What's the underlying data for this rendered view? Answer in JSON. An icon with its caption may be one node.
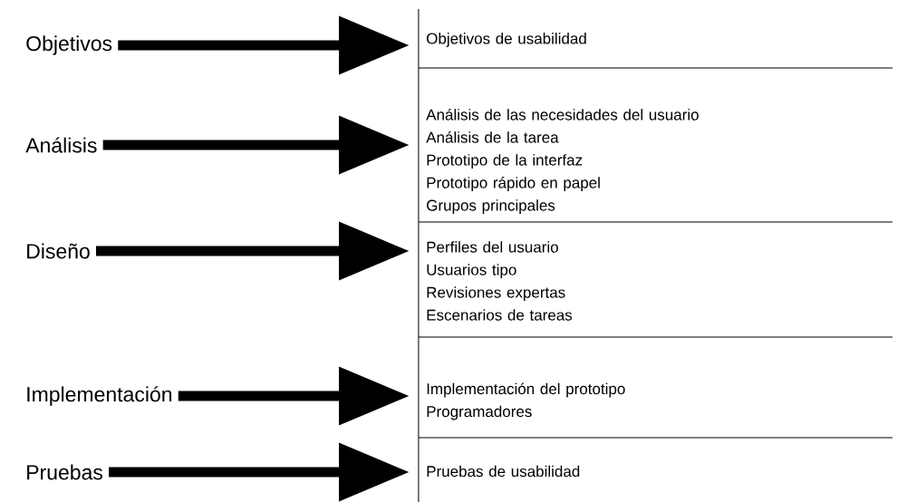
{
  "diagram": {
    "nodes": [
      {
        "text": [
          "Objetivos"
        ]
      },
      {
        "text": [
          "Análisis"
        ]
      },
      {
        "text": [
          "Diseño"
        ]
      },
      {
        "text": [
          "Implementación"
        ]
      },
      {
        "text": [
          "Pruebas"
        ]
      },
      {
        "text": [
          "Objetivos de usabilidad"
        ]
      },
      {
        "text": [
          "Análisis de las necesidades del usuario",
          "Análisis de la tarea",
          "Prototipo de la interfaz",
          "Prototipo rápido en papel",
          "Grupos principales"
        ]
      },
      {
        "text": [
          "Perfiles del usuario",
          "Usuarios tipo",
          "Revisiones expertas",
          "Escenarios de tareas"
        ]
      },
      {
        "text": [
          "Implementación del prototipo",
          "Programadores"
        ]
      },
      {
        "text": [
          "Pruebas de usabilidad"
        ]
      }
    ],
    "edges": [
      {
        "from": 0,
        "to": 5,
        "arrow": "to"
      },
      {
        "from": 1,
        "to": 6,
        "arrow": "to"
      },
      {
        "from": 2,
        "to": 7,
        "arrow": "to"
      },
      {
        "from": 3,
        "to": 8,
        "arrow": "to"
      },
      {
        "from": 4,
        "to": 9,
        "arrow": "to"
      }
    ]
  }
}
